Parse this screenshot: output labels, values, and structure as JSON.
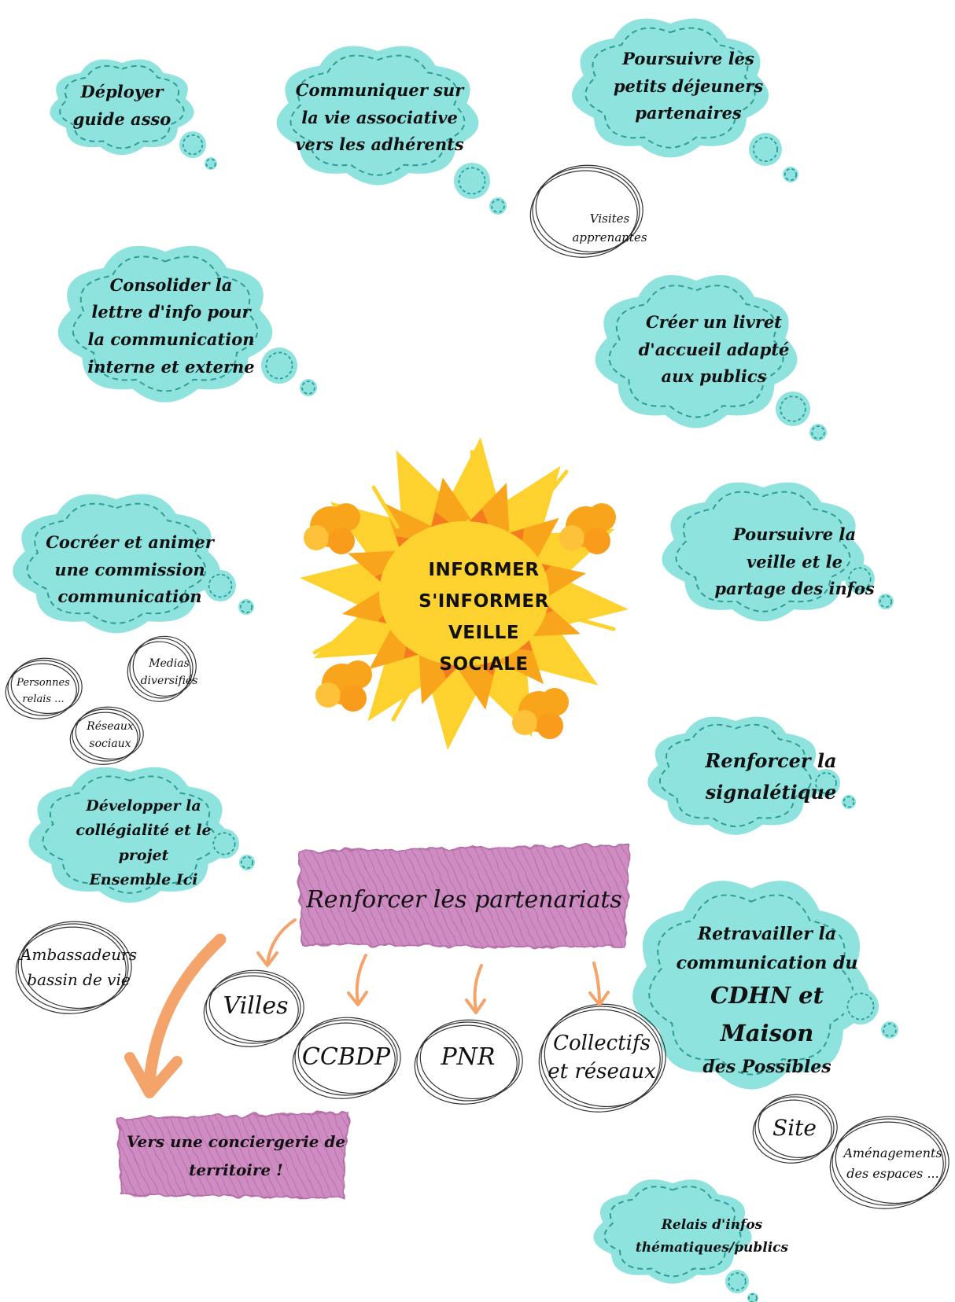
{
  "center": {
    "lines": [
      "INFORMER",
      "S'INFORMER",
      "VEILLE",
      "SOCIALE"
    ],
    "colors": {
      "burst_outer": "#FDD22F",
      "burst_inner": "#F9A51B",
      "burst_core": "#F47B20",
      "puff": "#F9A51B"
    }
  },
  "colors": {
    "cloud_fill": "#8FE3DF",
    "cloud_dash": "#2F9C96",
    "banner": "#CE8CC2",
    "arrow": "#F4A46A"
  },
  "clouds": [
    {
      "id": "deployer",
      "lines": [
        "Déployer",
        "guide asso"
      ]
    },
    {
      "id": "communiquer",
      "lines": [
        "Communiquer sur",
        "la vie associative",
        "vers les adhérents"
      ]
    },
    {
      "id": "petits-dej",
      "lines": [
        "Poursuivre les",
        "petits déjeuners",
        "partenaires"
      ]
    },
    {
      "id": "consolider",
      "lines": [
        "Consolider la",
        "lettre d'info pour",
        "la communication",
        "interne et externe"
      ]
    },
    {
      "id": "livret",
      "lines": [
        "Créer un livret",
        "d'accueil adapté",
        "aux publics"
      ]
    },
    {
      "id": "cocreer",
      "lines": [
        "Cocréer et animer",
        "une commission",
        "communication"
      ]
    },
    {
      "id": "veille",
      "lines": [
        "Poursuivre la",
        "veille et le",
        "partage des infos"
      ]
    },
    {
      "id": "signaletique",
      "lines": [
        "Renforcer la",
        "signalétique"
      ]
    },
    {
      "id": "collegialite",
      "lines": [
        "Développer la",
        "collégialité et le projet",
        "Ensemble Ici"
      ]
    },
    {
      "id": "retravailler",
      "lines": [
        "Retravailler la",
        "communication du",
        "CDHN et Maison",
        "des Possibles"
      ]
    },
    {
      "id": "relais",
      "lines": [
        "Relais d'infos",
        "thématiques/publics"
      ]
    }
  ],
  "notes": [
    {
      "id": "visites",
      "lines": [
        "Visites",
        "apprenantes"
      ]
    },
    {
      "id": "personnes",
      "lines": [
        "Personnes",
        "relais ..."
      ]
    },
    {
      "id": "medias",
      "lines": [
        "Medias",
        "diversifiés"
      ]
    },
    {
      "id": "reseaux",
      "lines": [
        "Réseaux",
        "sociaux"
      ]
    },
    {
      "id": "ambassadeurs",
      "lines": [
        "Ambassadeurs",
        "bassin de vie"
      ]
    },
    {
      "id": "site",
      "lines": [
        "Site"
      ]
    },
    {
      "id": "amenagements",
      "lines": [
        "Aménagements",
        "des espaces ..."
      ]
    }
  ],
  "partners": [
    {
      "id": "villes",
      "lines": [
        "Villes"
      ]
    },
    {
      "id": "ccbdp",
      "lines": [
        "CCBDP"
      ]
    },
    {
      "id": "pnr",
      "lines": [
        "PNR"
      ]
    },
    {
      "id": "collectifs",
      "lines": [
        "Collectifs",
        "et réseaux"
      ]
    }
  ],
  "banner": {
    "label": "Renforcer les partenariats"
  },
  "conciergerie": {
    "lines": [
      "Vers une conciergerie de",
      "territoire !"
    ]
  }
}
